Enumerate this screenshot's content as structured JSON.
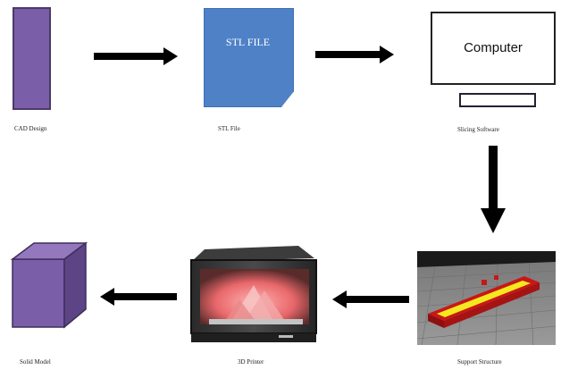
{
  "steps": {
    "cad": {
      "caption": "CAD Design"
    },
    "stl": {
      "caption": "STL File",
      "doc_label": "STL FILE"
    },
    "slicing": {
      "caption": "Slicing Software",
      "screen_label": "Computer"
    },
    "support": {
      "caption": "Support Structure"
    },
    "printer": {
      "caption": "3D Printer"
    },
    "solid": {
      "caption": "Solid Model"
    }
  },
  "colors": {
    "cad_purple": "#7b5ea8",
    "stl_blue": "#4f81c7",
    "support_red": "#d11f1f",
    "support_yellow": "#f4e81e",
    "printer_glow": "#e8676a",
    "arrow": "#000000"
  },
  "icons": [
    "cad-rectangle-icon",
    "stl-document-icon",
    "computer-monitor-icon",
    "support-structure-render-icon",
    "3d-printer-photo-icon",
    "solid-cube-icon"
  ]
}
